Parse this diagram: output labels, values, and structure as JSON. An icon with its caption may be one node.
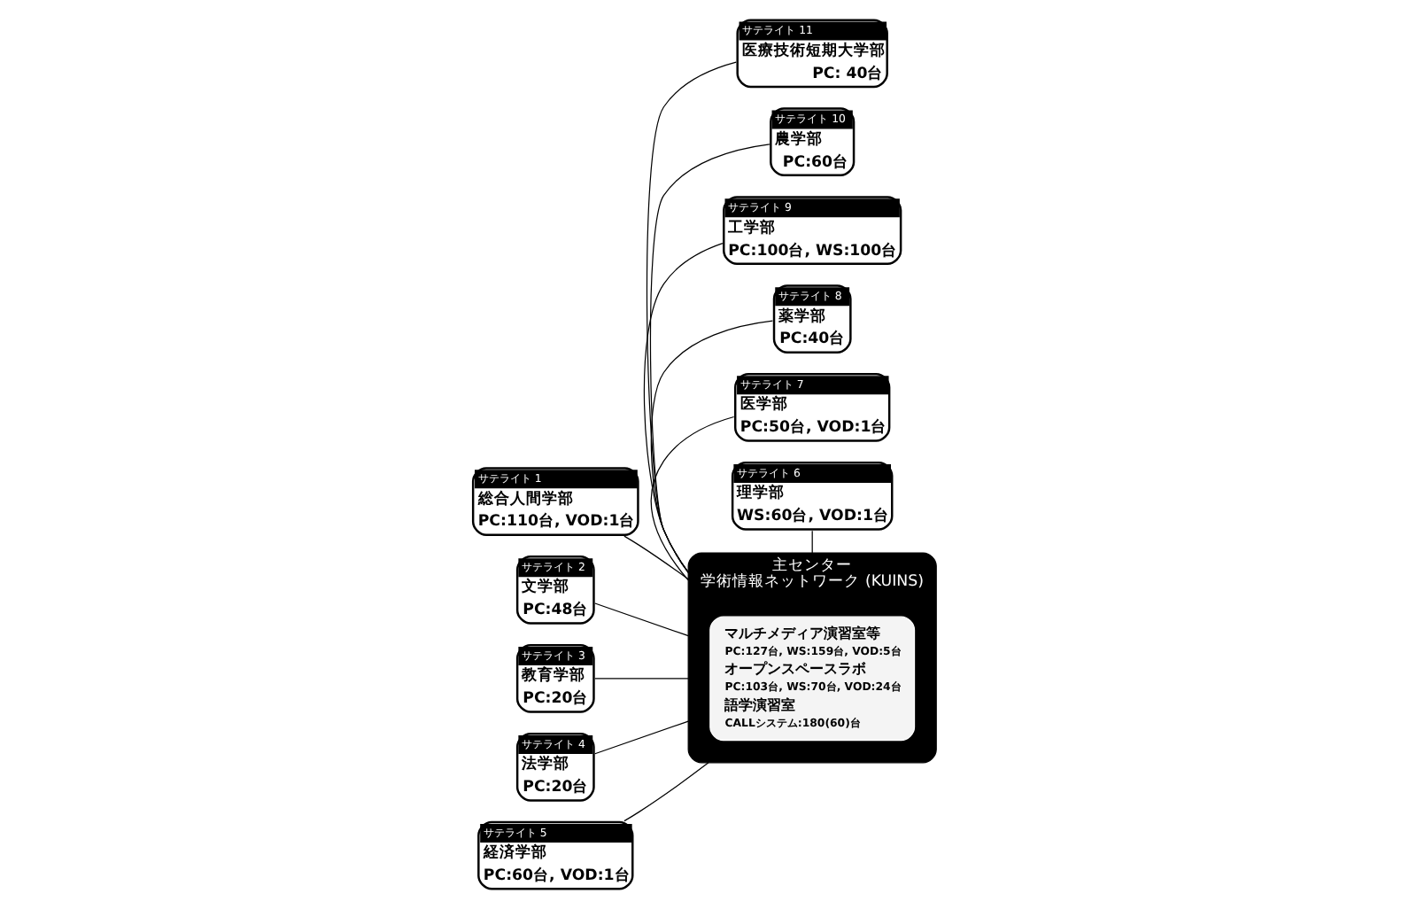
{
  "diagram": {
    "nodes": [
      {
        "text": [
          "主センター",
          "学術情報ネットワーク (KUINS)"
        ]
      },
      {
        "text": [
          "マルチメディア演習室等",
          "PC:127台, WS:159台, VOD:5台",
          "オープンスペースラボ",
          "PC:103台, WS:70台, VOD:24台",
          "語学演習室",
          "CALLシステム:180(60)台"
        ],
        "in": 0
      },
      {
        "text": [
          "サテライト 1",
          "総合人間学部",
          "PC:110台, VOD:1台"
        ]
      },
      {
        "text": [
          "サテライト 2",
          "文学部",
          "PC:48台"
        ]
      },
      {
        "text": [
          "サテライト 3",
          "教育学部",
          "PC:20台"
        ]
      },
      {
        "text": [
          "サテライト 4",
          "法学部",
          "PC:20台"
        ]
      },
      {
        "text": [
          "サテライト 5",
          "経済学部",
          "PC:60台, VOD:1台"
        ]
      },
      {
        "text": [
          "サテライト 6",
          "理学部",
          "WS:60台, VOD:1台"
        ]
      },
      {
        "text": [
          "サテライト 7",
          "医学部",
          "PC:50台, VOD:1台"
        ]
      },
      {
        "text": [
          "サテライト 8",
          "薬学部",
          "PC:40台"
        ]
      },
      {
        "text": [
          "サテライト 9",
          "工学部",
          "PC:100台, WS:100台"
        ]
      },
      {
        "text": [
          "サテライト 10",
          "農学部",
          "PC:60台"
        ]
      },
      {
        "text": [
          "サテライト 11",
          "医療技術短期大学部",
          "PC: 40台"
        ]
      }
    ],
    "edges": [
      {
        "from": 2,
        "to": 0,
        "arrow": "none"
      },
      {
        "from": 3,
        "to": 0,
        "arrow": "none"
      },
      {
        "from": 4,
        "to": 0,
        "arrow": "none"
      },
      {
        "from": 5,
        "to": 0,
        "arrow": "none"
      },
      {
        "from": 6,
        "to": 0,
        "arrow": "none"
      },
      {
        "from": 7,
        "to": 0,
        "arrow": "none"
      },
      {
        "from": 8,
        "to": 0,
        "arrow": "none"
      },
      {
        "from": 9,
        "to": 0,
        "arrow": "none"
      },
      {
        "from": 10,
        "to": 0,
        "arrow": "none"
      },
      {
        "from": 11,
        "to": 0,
        "arrow": "none"
      },
      {
        "from": 12,
        "to": 0,
        "arrow": "none"
      }
    ]
  }
}
